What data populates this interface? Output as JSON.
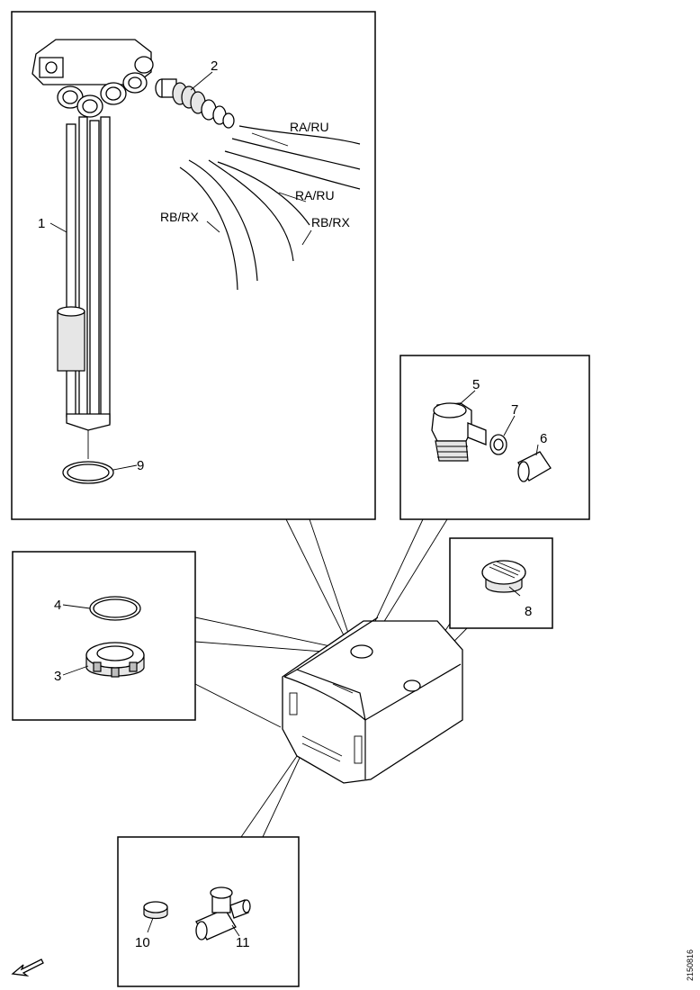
{
  "labels": {
    "p1": "1",
    "p2": "2",
    "p3": "3",
    "p4": "4",
    "p5": "5",
    "p6": "6",
    "p7": "7",
    "p8": "8",
    "p9": "9",
    "p10": "10",
    "p11": "11"
  },
  "hose_codes": {
    "ra_ru_upper": "RA/RU",
    "ra_ru_lower": "RA/RU",
    "rb_rx_left": "RB/RX",
    "rb_rx_right": "RB/RX"
  },
  "figure_ref": "2150816"
}
